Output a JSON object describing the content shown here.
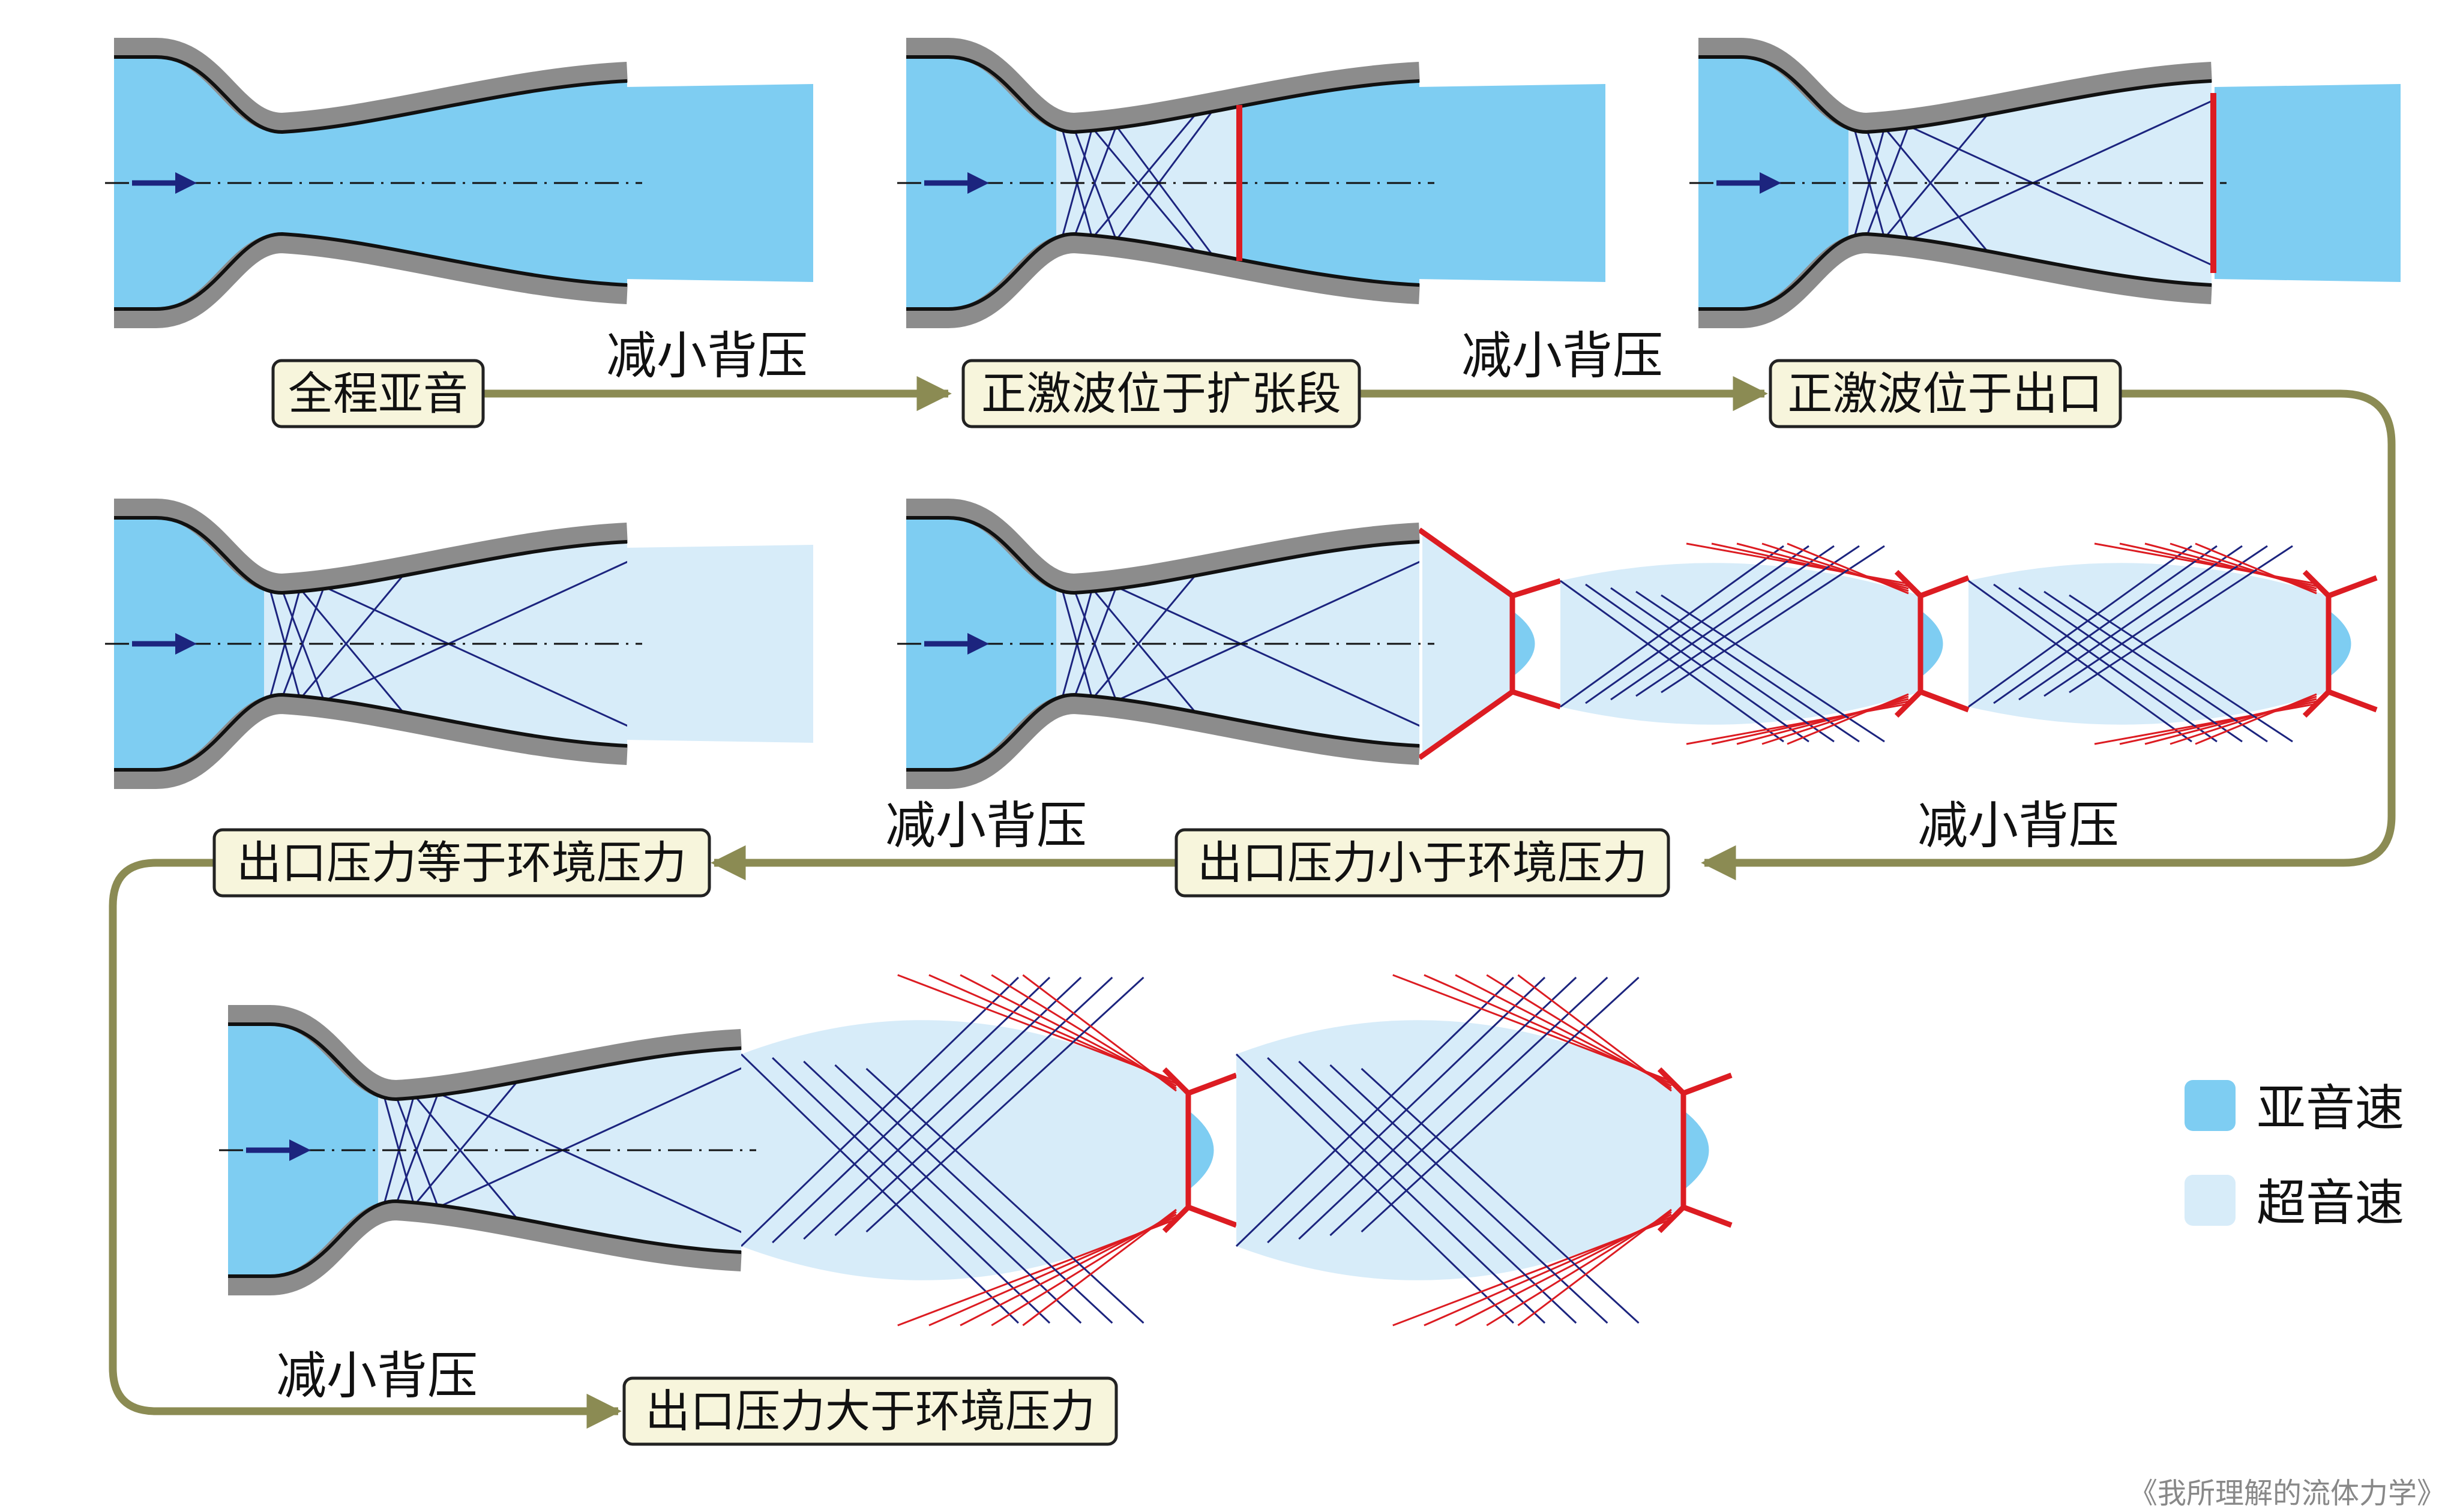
{
  "states": [
    {
      "id": "s1",
      "label": "全程亚音"
    },
    {
      "id": "s2",
      "label": "正激波位于扩张段"
    },
    {
      "id": "s3",
      "label": "正激波位于出口"
    },
    {
      "id": "s4",
      "label": "出口压力小于环境压力"
    },
    {
      "id": "s5",
      "label": "出口压力等于环境压力"
    },
    {
      "id": "s6",
      "label": "出口压力大于环境压力"
    }
  ],
  "transitions": [
    {
      "from": "s1",
      "to": "s2",
      "label": "减小背压"
    },
    {
      "from": "s2",
      "to": "s3",
      "label": "减小背压"
    },
    {
      "from": "s3",
      "to": "s4",
      "label": "减小背压"
    },
    {
      "from": "s4",
      "to": "s5",
      "label": "减小背压"
    },
    {
      "from": "s5",
      "to": "s6",
      "label": "减小背压"
    }
  ],
  "legend": [
    {
      "label": "亚音速",
      "color": "#7ecdf2"
    },
    {
      "label": "超音速",
      "color": "#d7ecf9"
    }
  ],
  "credit": "《我所理解的流体力学》",
  "colors": {
    "subsonic": "#7ecdf2",
    "supersonic": "#d7ecf9",
    "wall": "#8c8c8c",
    "shock": "#dc1c22",
    "wave": "#1c247e",
    "reflected_wave": "#dc1c22",
    "connector": "#8b8b53",
    "label_bg": "#f7f5dc"
  }
}
